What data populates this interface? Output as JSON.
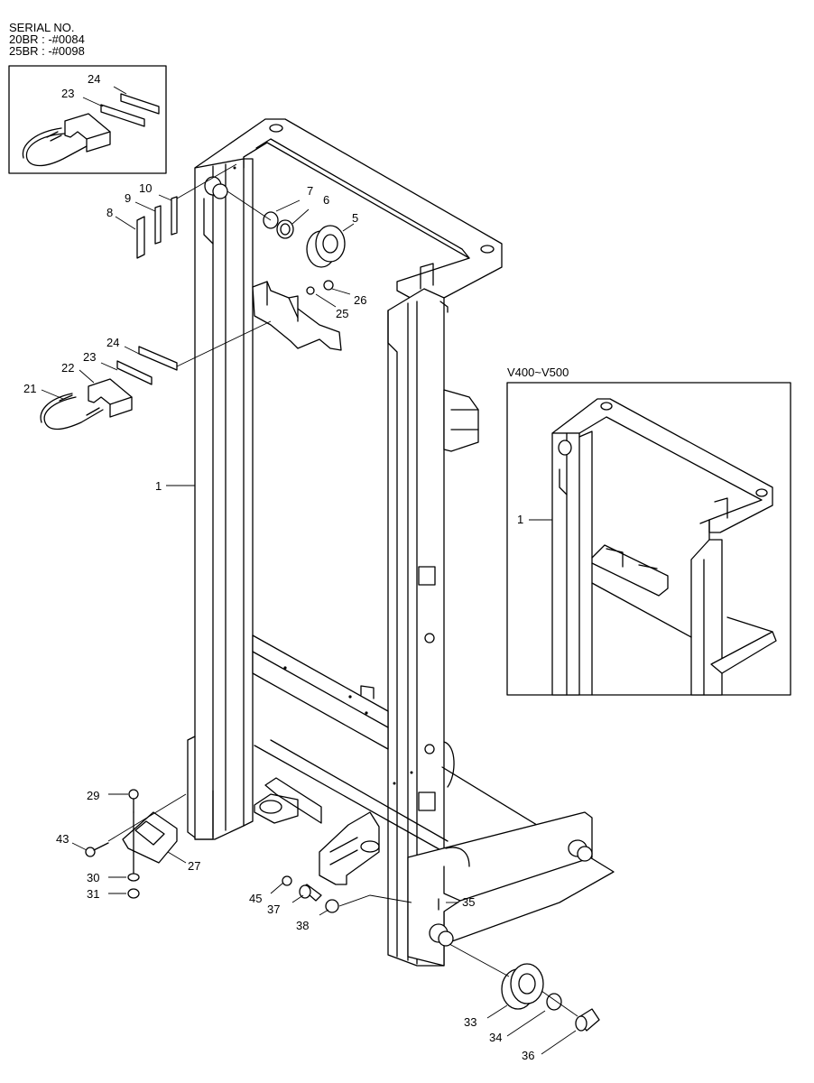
{
  "serial": {
    "heading": "SERIAL NO.",
    "line1": "20BR : -#0084",
    "line2": "25BR : -#0098"
  },
  "inset": {
    "label": "V400~V500",
    "callout": "1"
  },
  "callouts": {
    "c1": "1",
    "c5": "5",
    "c6": "6",
    "c7": "7",
    "c8": "8",
    "c9": "9",
    "c10": "10",
    "c21": "21",
    "c22": "22",
    "c23": "23",
    "c24": "24",
    "c25": "25",
    "c26": "26",
    "c27": "27",
    "c29": "29",
    "c30": "30",
    "c31": "31",
    "c33": "33",
    "c34": "34",
    "c35": "35",
    "c36": "36",
    "c37": "37",
    "c38": "38",
    "c43": "43",
    "c45": "45",
    "top23": "23",
    "top24": "24"
  }
}
